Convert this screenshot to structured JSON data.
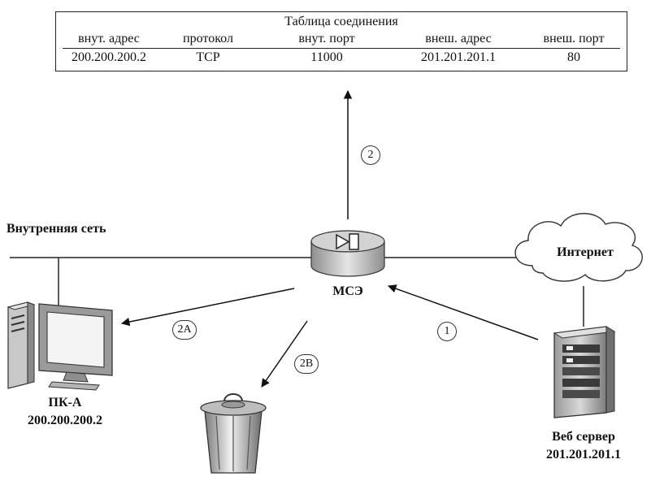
{
  "table": {
    "title": "Таблица соединения",
    "columns": [
      "внут. адрес",
      "протокол",
      "внут. порт",
      "внеш. адрес",
      "внеш. порт"
    ],
    "row": [
      "200.200.200.2",
      "TCP",
      "11000",
      "201.201.201.1",
      "80"
    ]
  },
  "labels": {
    "internal_network": "Внутренняя сеть",
    "internet": "Интернет",
    "firewall": "МСЭ",
    "pc_name": "ПК-А",
    "pc_address": "200.200.200.2",
    "server_name": "Веб сервер",
    "server_address": "201.201.201.1"
  },
  "steps": {
    "s1": "1",
    "s2": "2",
    "s2a": "2A",
    "s2b": "2B"
  }
}
